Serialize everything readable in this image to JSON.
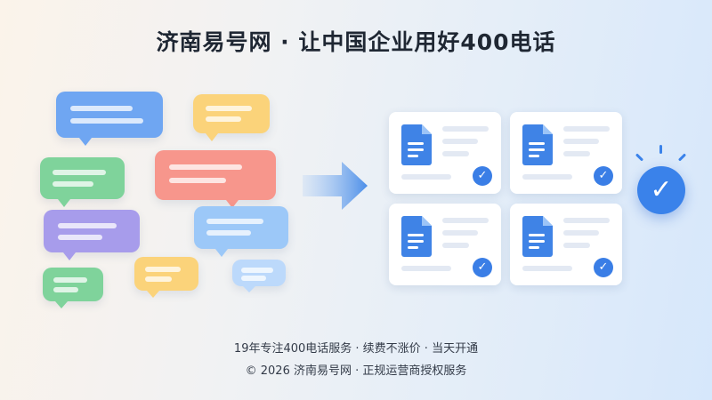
{
  "title": "济南易号网 · 让中国企业用好400电话",
  "icons": [
    "chat-bubble-icon",
    "arrow-right-icon",
    "document-icon",
    "check-circle-icon"
  ],
  "colors": {
    "blue": "#6fa6f2",
    "yellow": "#fbd37a",
    "green": "#7fd39b",
    "red": "#f7968c",
    "purple": "#a79ceb",
    "lightblue": "#9cc8f8",
    "accent": "#3a7ee6"
  },
  "footer": {
    "line1": "19年专注400电话服务 · 续费不涨价 · 当天开通",
    "line2": "© 2026 济南易号网 · 正规运营商授权服务"
  }
}
